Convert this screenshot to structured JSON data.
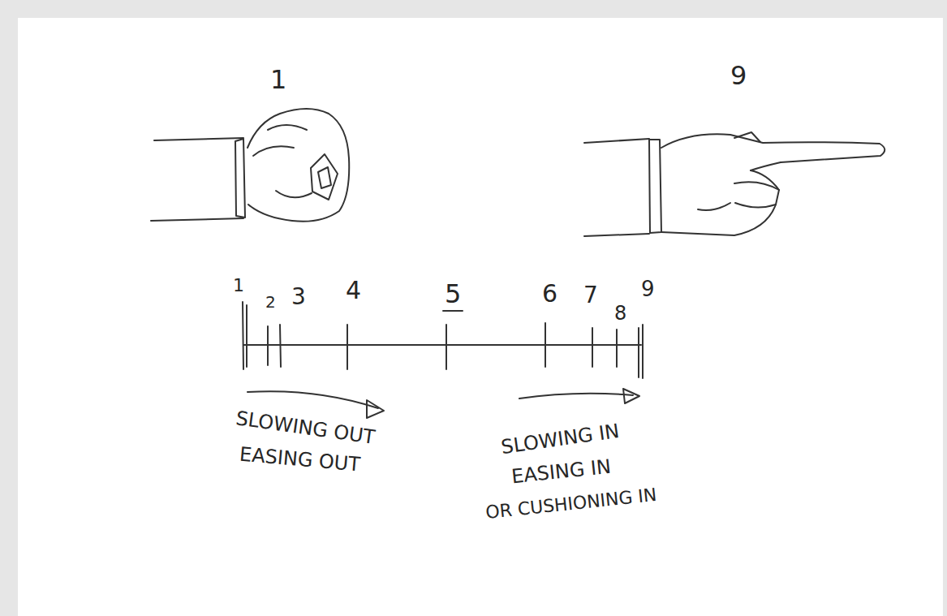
{
  "diagram": {
    "labels": [
      "1",
      "9",
      "1",
      "2",
      "3",
      "4",
      "5",
      "6",
      "7",
      "8",
      "9",
      "SLOWING OUT",
      "EASING OUT",
      "SLOWING IN",
      "EASING IN",
      "OR CUSHIONING IN"
    ]
  }
}
